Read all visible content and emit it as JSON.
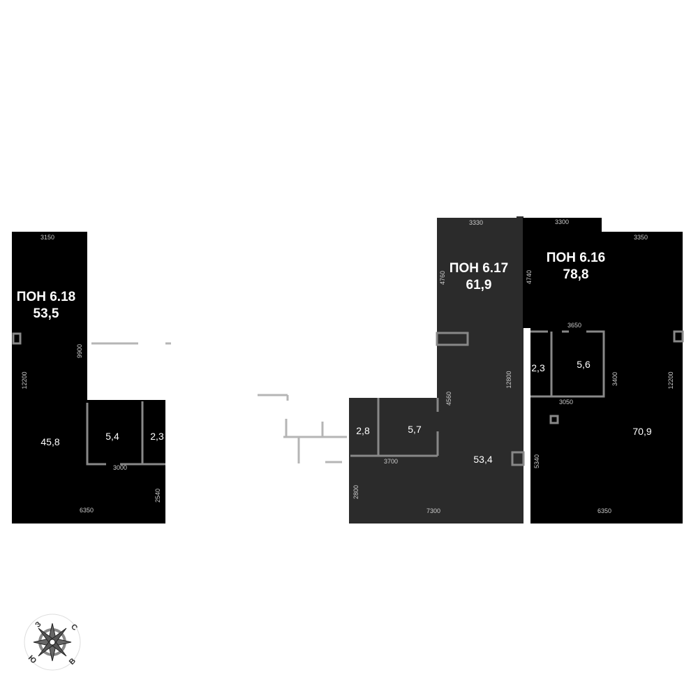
{
  "units": [
    {
      "id": "6.18",
      "title": "ПОН 6.18",
      "total_area": "53,5",
      "rooms": [
        "45,8",
        "5,4",
        "2,3"
      ],
      "dimensions": [
        "3150",
        "12200",
        "9900",
        "3000",
        "2540",
        "6350"
      ]
    },
    {
      "id": "6.17",
      "title": "ПОН 6.17",
      "total_area": "61,9",
      "rooms": [
        "53,4",
        "5,7",
        "2,8"
      ],
      "dimensions": [
        "3330",
        "4760",
        "12800",
        "4560",
        "3700",
        "2800",
        "7300"
      ]
    },
    {
      "id": "6.16",
      "title": "ПОН 6.16",
      "total_area": "78,8",
      "rooms": [
        "70,9",
        "5,6",
        "2,3"
      ],
      "dimensions": [
        "3300",
        "3350",
        "4740",
        "3650",
        "3400",
        "3050",
        "12200",
        "5340",
        "6350"
      ]
    }
  ],
  "compass": {
    "letters": [
      "З",
      "С",
      "Ю",
      "В"
    ]
  },
  "colors": {
    "unit_dark": "#000000",
    "unit_selected": "#2b2b2b",
    "wall": "#8a8a8a"
  }
}
